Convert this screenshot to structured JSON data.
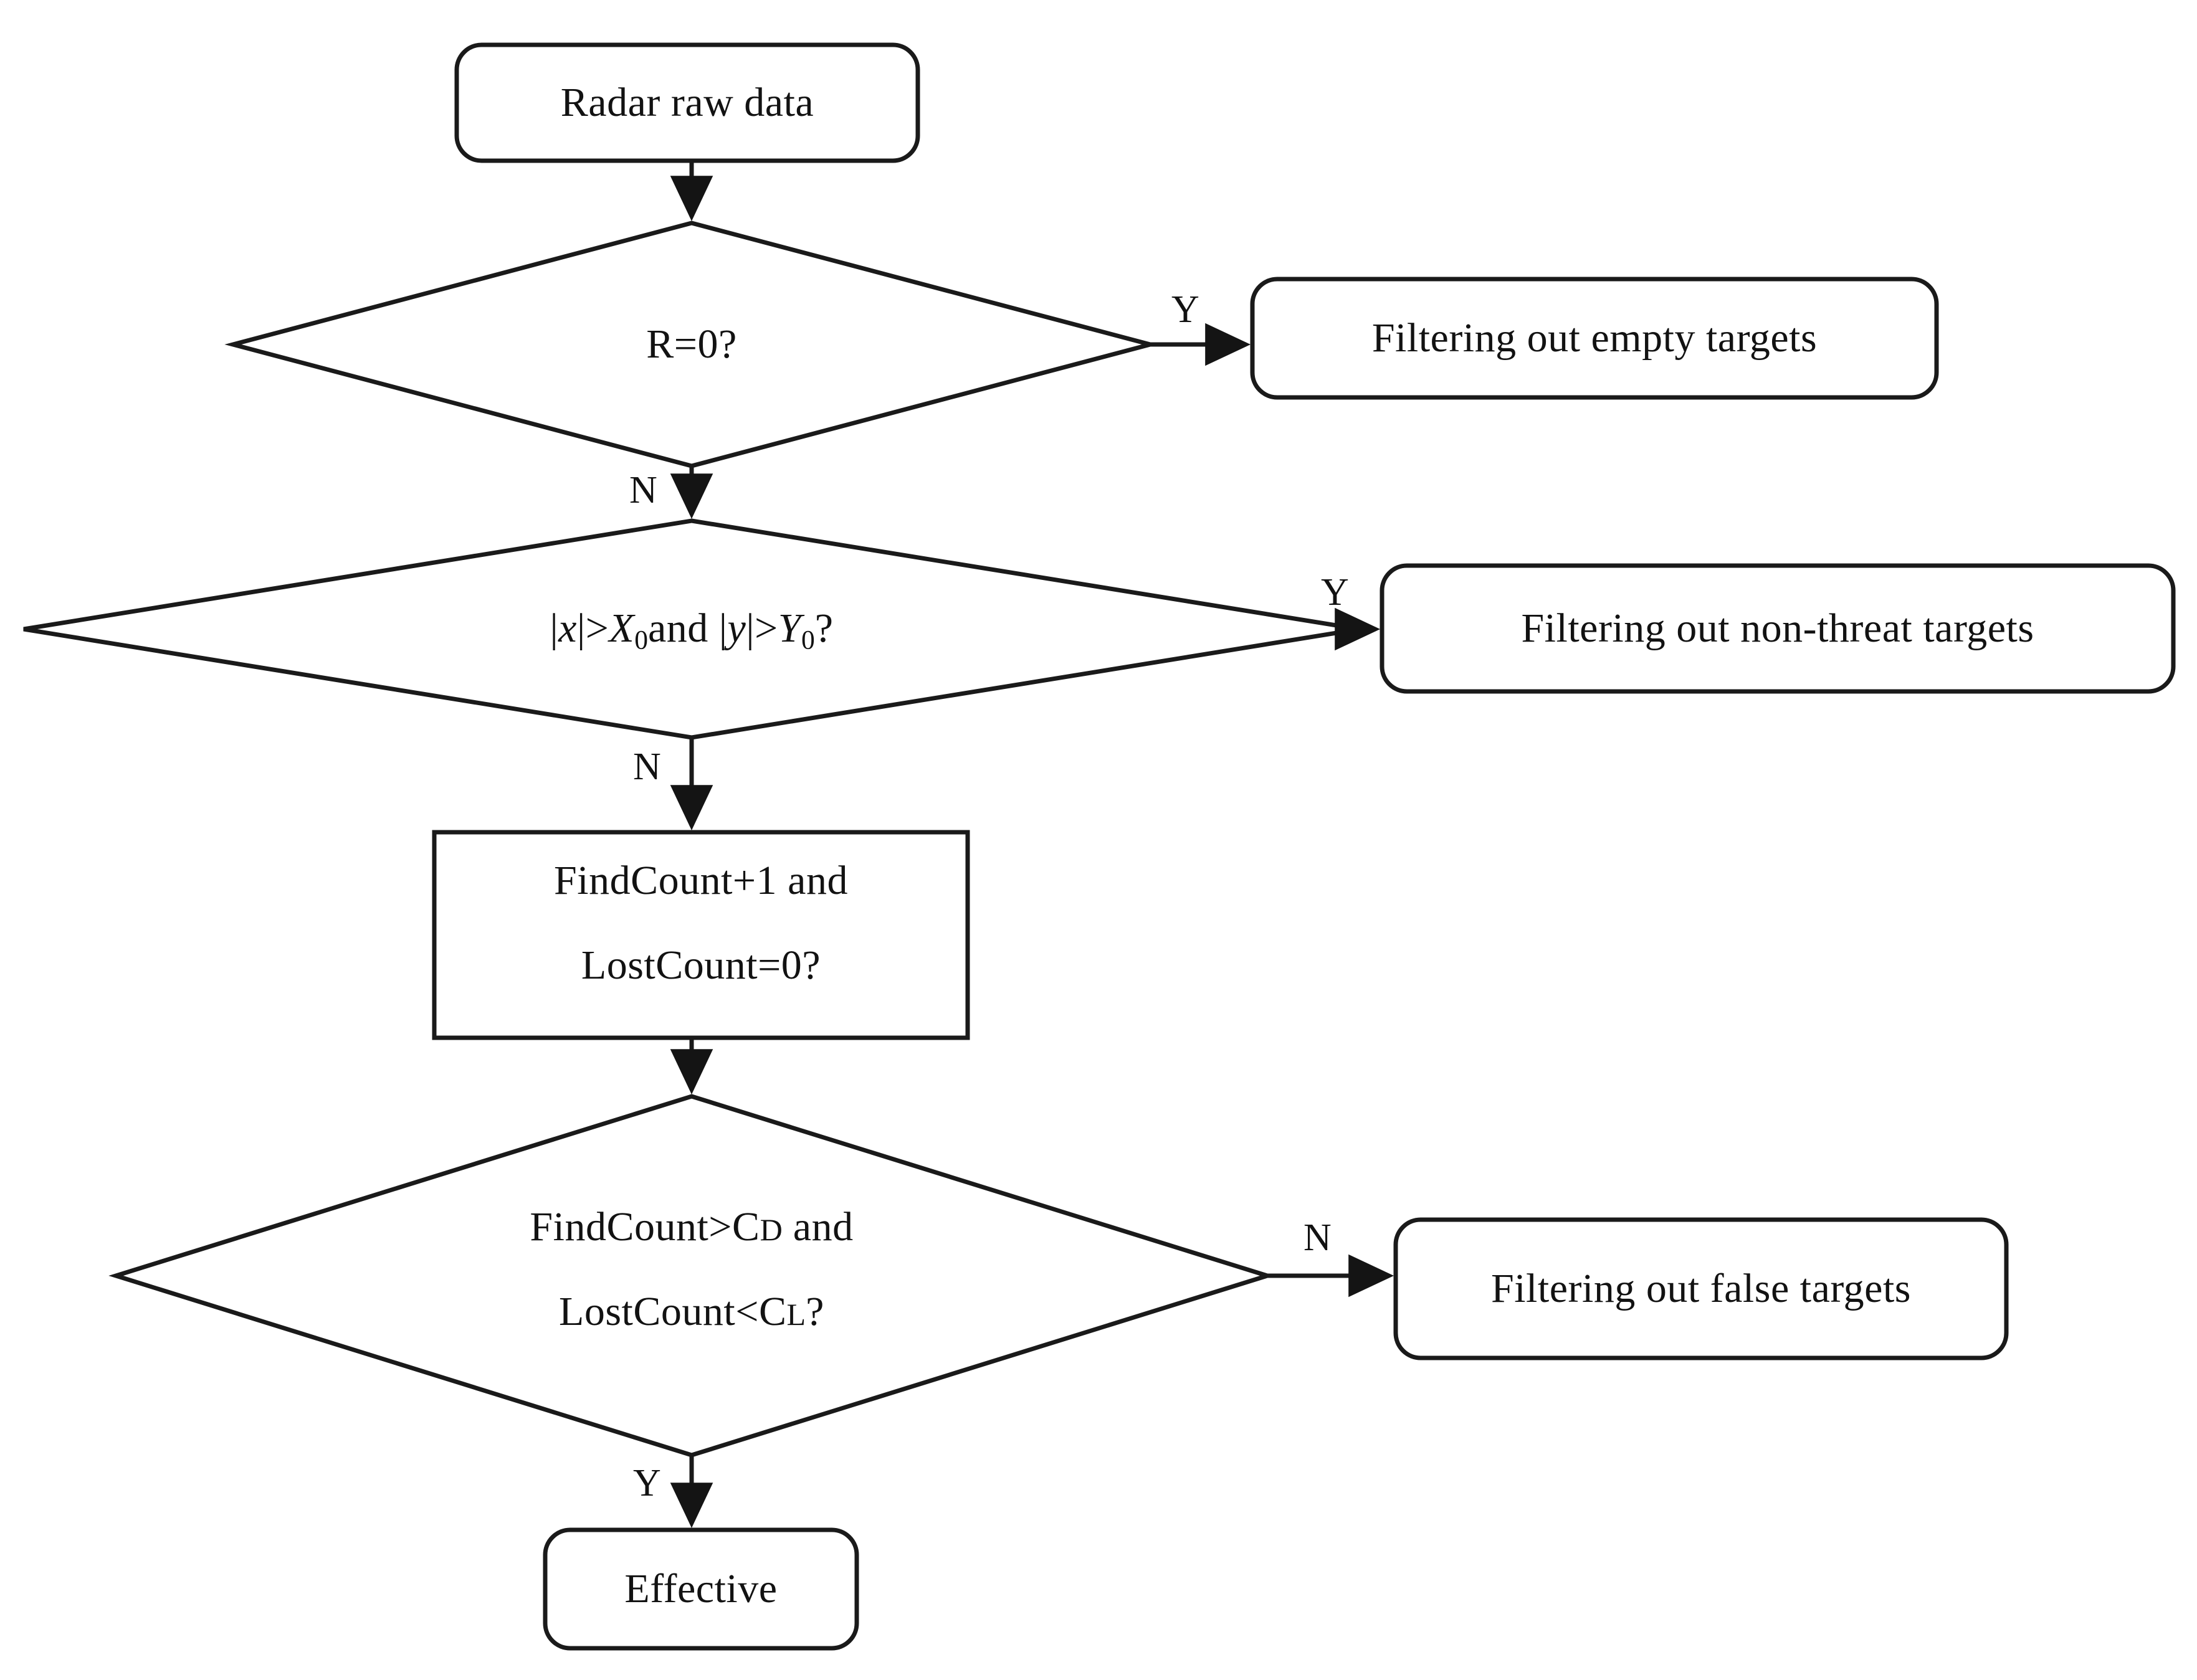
{
  "diagram": {
    "type": "flowchart",
    "title": "Radar target filtering flowchart",
    "orientation": "top-to-bottom",
    "background_color": "#ffffff",
    "line_color": "#1a1a1a",
    "text_color": "#121212"
  },
  "nodes": {
    "start": {
      "id": "radar-raw-data",
      "shape": "rounded-rectangle",
      "label": "Radar raw data"
    },
    "decision_r": {
      "id": "r-equals-zero",
      "shape": "diamond",
      "label": "R=0?"
    },
    "empty_targets": {
      "id": "filtering-out-empty-targets",
      "shape": "rounded-rectangle",
      "label": "Filtering out empty targets"
    },
    "decision_xy": {
      "id": "x-y-threshold",
      "shape": "diamond",
      "label_plain": "|x|>X0 and |y|>Y0?",
      "label_parts": {
        "abs_x_open": "|",
        "x": "x",
        "abs_x_close": "|>",
        "X": "X",
        "X_sub": "0",
        "and": "and",
        "abs_y_open": "|",
        "y": "y",
        "abs_y_close": "|>",
        "Y": "Y",
        "Y_sub": "0",
        "question": "?"
      }
    },
    "non_threat_targets": {
      "id": "filtering-out-non-threat-targets",
      "shape": "rounded-rectangle",
      "label": "Filtering out non-threat targets"
    },
    "process_counts": {
      "id": "findcount-lostcount-process",
      "shape": "rectangle",
      "line1": "FindCount+1  and",
      "line2": "LostCount=0?"
    },
    "decision_counts": {
      "id": "findcount-lostcount-decision",
      "shape": "diamond",
      "line1_plain": "FindCount>CD and",
      "line2_plain": "LostCount<CL?",
      "line1_parts": {
        "prefix": "FindCount>C",
        "sub": "D",
        "suffix": " and"
      },
      "line2_parts": {
        "prefix": "LostCount<C",
        "sub": "L",
        "suffix": "?"
      }
    },
    "false_targets": {
      "id": "filtering-out-false-targets",
      "shape": "rounded-rectangle",
      "label": "Filtering out false targets"
    },
    "effective": {
      "id": "effective",
      "shape": "rounded-rectangle",
      "label": "Effective"
    }
  },
  "edges": [
    {
      "id": "start-to-decision-r",
      "from": "radar-raw-data",
      "to": "r-equals-zero",
      "label": "",
      "direction": "down"
    },
    {
      "id": "decision-r-yes",
      "from": "r-equals-zero",
      "to": "filtering-out-empty-targets",
      "label": "Y",
      "direction": "right"
    },
    {
      "id": "decision-r-no",
      "from": "r-equals-zero",
      "to": "x-y-threshold",
      "label": "N",
      "direction": "down"
    },
    {
      "id": "decision-xy-yes",
      "from": "x-y-threshold",
      "to": "filtering-out-non-threat-targets",
      "label": "Y",
      "direction": "right"
    },
    {
      "id": "decision-xy-no",
      "from": "x-y-threshold",
      "to": "findcount-lostcount-process",
      "label": "N",
      "direction": "down"
    },
    {
      "id": "process-to-decision-counts",
      "from": "findcount-lostcount-process",
      "to": "findcount-lostcount-decision",
      "label": "",
      "direction": "down"
    },
    {
      "id": "decision-counts-no",
      "from": "findcount-lostcount-decision",
      "to": "filtering-out-false-targets",
      "label": "N",
      "direction": "right"
    },
    {
      "id": "decision-counts-yes",
      "from": "findcount-lostcount-decision",
      "to": "effective",
      "label": "Y",
      "direction": "down"
    }
  ]
}
